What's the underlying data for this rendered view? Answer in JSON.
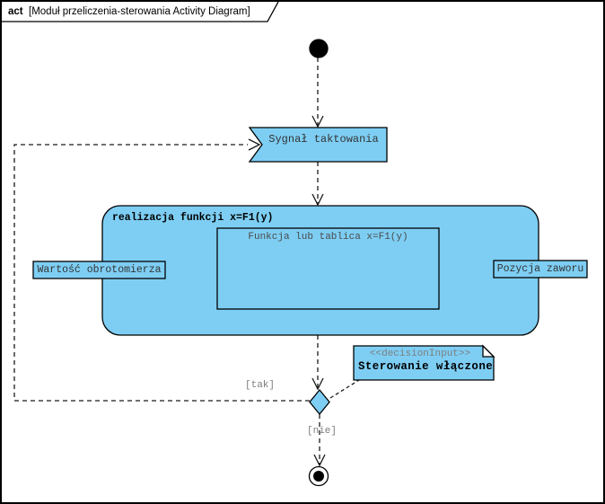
{
  "frame": {
    "keyword": "act",
    "title": "[Moduł przeliczenia-sterowania Activity Diagram]"
  },
  "colors": {
    "node_fill": "#7ECEF4",
    "stroke": "#000000",
    "guard_text": "#7d7d7d",
    "label_text": "#333333"
  },
  "nodes": {
    "initial": {
      "type": "initial-node"
    },
    "signal": {
      "label": "Sygnał taktowania"
    },
    "activity": {
      "title": "realizacja funkcji x=F1(y)"
    },
    "function_block": {
      "label": "Funkcja lub tablica x=F1(y)"
    },
    "input_pin": {
      "label": "Wartość obrotomierza"
    },
    "output_pin": {
      "label": "Pozycja zaworu"
    },
    "note": {
      "stereotype": "<<decisionInput>>",
      "label": "Sterowanie włączone"
    },
    "decision": {
      "type": "decision-node"
    },
    "final": {
      "type": "activity-final-node"
    }
  },
  "edges": {
    "tak_guard": "[tak]",
    "nie_guard": "[nie]"
  }
}
